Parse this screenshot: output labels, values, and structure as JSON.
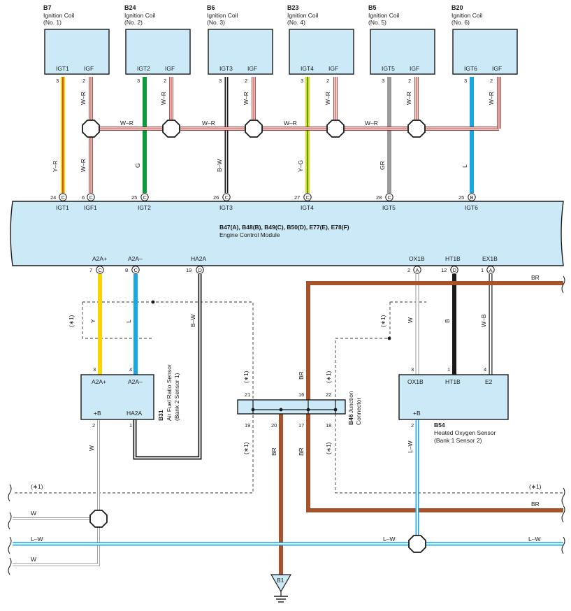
{
  "colors": {
    "box_fill": "#cbe9f7",
    "wire_red_white": "#d22a1e",
    "wire_yellow": "#f7d500",
    "wire_green": "#0b9a3c",
    "wire_blue": "#1aa6e3",
    "wire_brown": "#a8522b",
    "wire_gray": "#9a9a9a",
    "wire_black": "#1a1a1a"
  },
  "coils": [
    {
      "id": "B7",
      "name": "Ignition Coil",
      "no": "(No. 1)",
      "pin_a": "IGT1",
      "pin_b": "IGF",
      "num_a": "3",
      "num_b": "2",
      "wire_a": "Y–R",
      "wire_b": "W–R"
    },
    {
      "id": "B24",
      "name": "Ignition Coil",
      "no": "(No. 2)",
      "pin_a": "IGT2",
      "pin_b": "IGF",
      "num_a": "3",
      "num_b": "2",
      "wire_a": "G",
      "wire_b": "W–R"
    },
    {
      "id": "B6",
      "name": "Ignition Coil",
      "no": "(No. 3)",
      "pin_a": "IGT3",
      "pin_b": "IGF",
      "num_a": "3",
      "num_b": "2",
      "wire_a": "B–W",
      "wire_b": "W–R"
    },
    {
      "id": "B23",
      "name": "Ignition Coil",
      "no": "(No. 4)",
      "pin_a": "IGT4",
      "pin_b": "IGF",
      "num_a": "3",
      "num_b": "2",
      "wire_a": "Y–G",
      "wire_b": "W–R"
    },
    {
      "id": "B5",
      "name": "Ignition Coil",
      "no": "(No. 5)",
      "pin_a": "IGT5",
      "pin_b": "IGF",
      "num_a": "3",
      "num_b": "2",
      "wire_a": "GR",
      "wire_b": "W–R"
    },
    {
      "id": "B20",
      "name": "Ignition Coil",
      "no": "(No. 6)",
      "pin_a": "IGT6",
      "pin_b": "IGF",
      "num_a": "3",
      "num_b": "2",
      "wire_a": "L",
      "wire_b": "W–R"
    }
  ],
  "ecm": {
    "title": "B47(A), B48(B), B49(C), B50(D), E77(E), E78(F)",
    "subtitle": "Engine Control Module",
    "top_pins": [
      {
        "num": "24",
        "letter": "C",
        "label": "IGT1"
      },
      {
        "num": "6",
        "letter": "C",
        "label": "IGF1"
      },
      {
        "num": "25",
        "letter": "C",
        "label": "IGT2"
      },
      {
        "num": "26",
        "letter": "C",
        "label": "IGT3"
      },
      {
        "num": "27",
        "letter": "C",
        "label": "IGT4"
      },
      {
        "num": "28",
        "letter": "C",
        "label": "IGT5"
      },
      {
        "num": "25",
        "letter": "B",
        "label": "IGT6"
      }
    ],
    "bottom_pins": [
      {
        "num": "7",
        "letter": "C",
        "label": "A2A+"
      },
      {
        "num": "8",
        "letter": "C",
        "label": "A2A–"
      },
      {
        "num": "19",
        "letter": "D",
        "label": "HA2A"
      },
      {
        "num": "2",
        "letter": "A",
        "label": "OX1B"
      },
      {
        "num": "12",
        "letter": "D",
        "label": "HT1B"
      },
      {
        "num": "1",
        "letter": "A",
        "label": "EX1B"
      }
    ]
  },
  "af_sensor": {
    "id": "B31",
    "name": "Air Fuel Ratio Sensor",
    "sub": "(Bank 2 Sensor 1)",
    "pins_top": [
      {
        "num": "3",
        "label": "A2A+"
      },
      {
        "num": "4",
        "label": "A2A–"
      }
    ],
    "pins_bottom": [
      {
        "num": "2",
        "label": "+B"
      },
      {
        "num": "1",
        "label": "HA2A"
      }
    ]
  },
  "junction": {
    "id": "B46",
    "name": "Junction",
    "sub": "Connector",
    "top_pins": [
      "21",
      "16",
      "22"
    ],
    "bottom_pins": [
      "19",
      "20",
      "17",
      "18"
    ]
  },
  "o2_sensor": {
    "id": "B54",
    "name": "Heated Oxygen Sensor",
    "sub": "(Bank 1 Sensor 2)",
    "pins_top": [
      {
        "num": "3",
        "label": "OX1B"
      },
      {
        "num": "1",
        "label": "HT1B"
      },
      {
        "num": "4",
        "label": "E2"
      }
    ],
    "pins_bottom": [
      {
        "num": "2",
        "label": "+B"
      }
    ]
  },
  "wire_labels": {
    "y": "Y",
    "l": "L",
    "b_w": "B–W",
    "w": "W",
    "b": "B",
    "w_b": "W–B",
    "br": "BR",
    "l_w": "L–W",
    "w_r": "W–R",
    "star1": "(∗1)"
  },
  "ground": {
    "id": "B1"
  }
}
